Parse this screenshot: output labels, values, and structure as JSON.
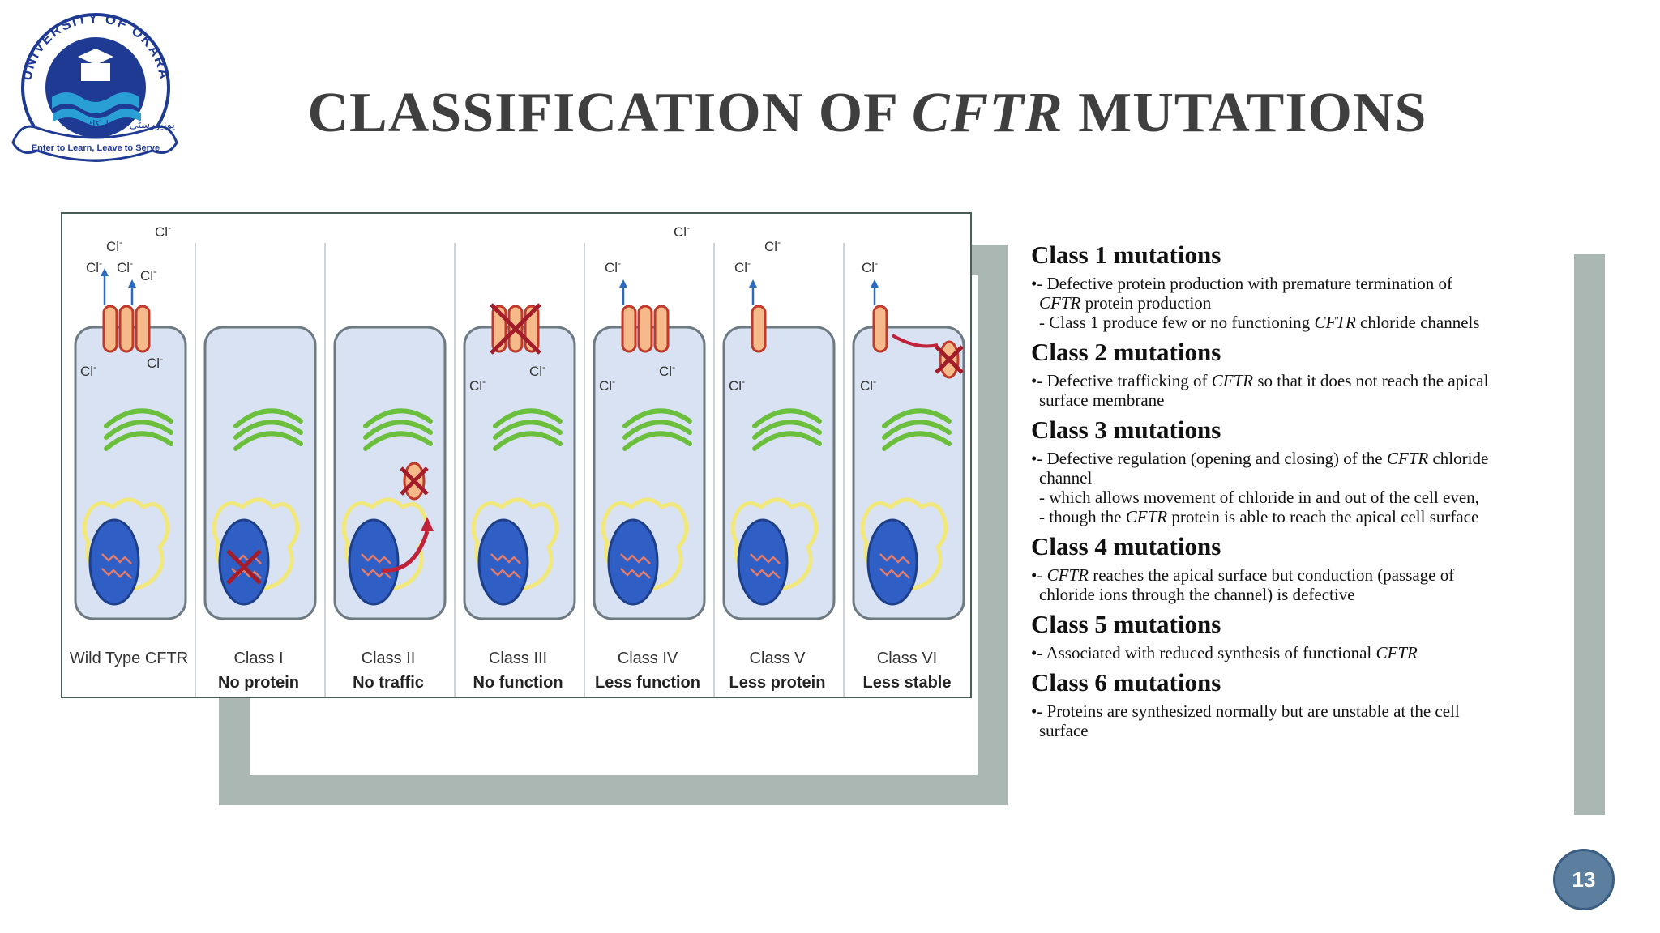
{
  "logo": {
    "ring_text": "UNIVERSITY OF OKARA",
    "banner_text": "Enter to Learn, Leave to Serve",
    "urdu_text": "یونیورسٹی آف اوکاڑہ",
    "colors": {
      "navy": "#1f3a93",
      "wave": "#2a9fd6"
    }
  },
  "title": {
    "before": "CLASSIFICATION OF ",
    "italic": "CFTR",
    "after": " MUTATIONS"
  },
  "figure": {
    "chloride_label": "Cl",
    "chloride_superscript": "-",
    "cells": [
      {
        "label": "Wild Type CFTR",
        "sublabel": ""
      },
      {
        "label": "Class I",
        "sublabel": "No protein"
      },
      {
        "label": "Class II",
        "sublabel": "No traffic"
      },
      {
        "label": "Class III",
        "sublabel": "No function"
      },
      {
        "label": "Class IV",
        "sublabel": "Less function"
      },
      {
        "label": "Class V",
        "sublabel": "Less protein"
      },
      {
        "label": "Class VI",
        "sublabel": "Less stable"
      }
    ]
  },
  "classes": [
    {
      "heading": "Class 1 mutations",
      "lines": [
        {
          "prefix": "•- ",
          "segments": [
            {
              "t": "Defective protein production with premature termination of",
              "i": false
            }
          ]
        },
        {
          "prefix": "",
          "segments": [
            {
              "t": "CFTR",
              "i": true
            },
            {
              "t": " protein production",
              "i": false
            }
          ]
        },
        {
          "prefix": "- ",
          "segments": [
            {
              "t": "Class 1 produce few or no functioning ",
              "i": false
            },
            {
              "t": "CFTR",
              "i": true
            },
            {
              "t": " chloride channels",
              "i": false
            }
          ]
        }
      ]
    },
    {
      "heading": "Class 2 mutations",
      "lines": [
        {
          "prefix": "•- ",
          "segments": [
            {
              "t": "Defective trafficking of ",
              "i": false
            },
            {
              "t": "CFTR",
              "i": true
            },
            {
              "t": " so that it does not reach the apical",
              "i": false
            }
          ]
        },
        {
          "prefix": "",
          "segments": [
            {
              "t": "surface membrane",
              "i": false
            }
          ]
        }
      ]
    },
    {
      "heading": "Class 3 mutations",
      "lines": [
        {
          "prefix": "•- ",
          "segments": [
            {
              "t": "Defective regulation (opening and closing) of the ",
              "i": false
            },
            {
              "t": "CFTR",
              "i": true
            },
            {
              "t": " chloride",
              "i": false
            }
          ]
        },
        {
          "prefix": "",
          "segments": [
            {
              "t": "channel",
              "i": false
            }
          ]
        },
        {
          "prefix": "- ",
          "segments": [
            {
              "t": "which allows movement of chloride in and out of the cell even,",
              "i": false
            }
          ]
        },
        {
          "prefix": "- ",
          "segments": [
            {
              "t": "though the ",
              "i": false
            },
            {
              "t": "CFTR",
              "i": true
            },
            {
              "t": " protein is able to reach the apical cell surface",
              "i": false
            }
          ]
        }
      ]
    },
    {
      "heading": "Class 4 mutations",
      "lines": [
        {
          "prefix": "•- ",
          "segments": [
            {
              "t": "CFTR",
              "i": true
            },
            {
              "t": " reaches the apical surface but conduction (passage of",
              "i": false
            }
          ]
        },
        {
          "prefix": "",
          "segments": [
            {
              "t": "chloride ions through the channel) is defective",
              "i": false
            }
          ]
        }
      ]
    },
    {
      "heading": "Class 5 mutations",
      "lines": [
        {
          "prefix": "•- ",
          "segments": [
            {
              "t": "Associated with reduced synthesis of functional ",
              "i": false
            },
            {
              "t": "CFTR",
              "i": true
            }
          ]
        }
      ]
    },
    {
      "heading": "Class 6 mutations",
      "lines": [
        {
          "prefix": "•- ",
          "segments": [
            {
              "t": "Proteins are synthesized normally but are unstable at the cell",
              "i": false
            }
          ]
        },
        {
          "prefix": "",
          "segments": [
            {
              "t": "surface",
              "i": false
            }
          ]
        }
      ]
    }
  ],
  "page_number": "13",
  "colors": {
    "title": "#3f3f3f",
    "accent_gray": "#aab7b2",
    "page_badge": "#5c7f9f"
  }
}
